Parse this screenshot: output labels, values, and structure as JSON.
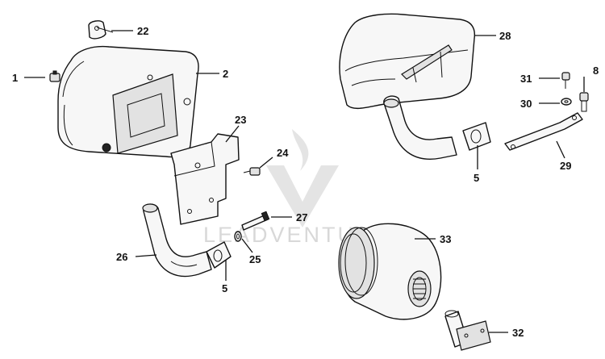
{
  "watermark": {
    "text": "LEADVENTURE"
  },
  "callouts": {
    "c1": "1",
    "c2": "2",
    "c5a": "5",
    "c5b": "5",
    "c8": "8",
    "c22": "22",
    "c23": "23",
    "c24": "24",
    "c25": "25",
    "c26": "26",
    "c27": "27",
    "c28": "28",
    "c29": "29",
    "c30": "30",
    "c31": "31",
    "c32": "32",
    "c33": "33"
  }
}
